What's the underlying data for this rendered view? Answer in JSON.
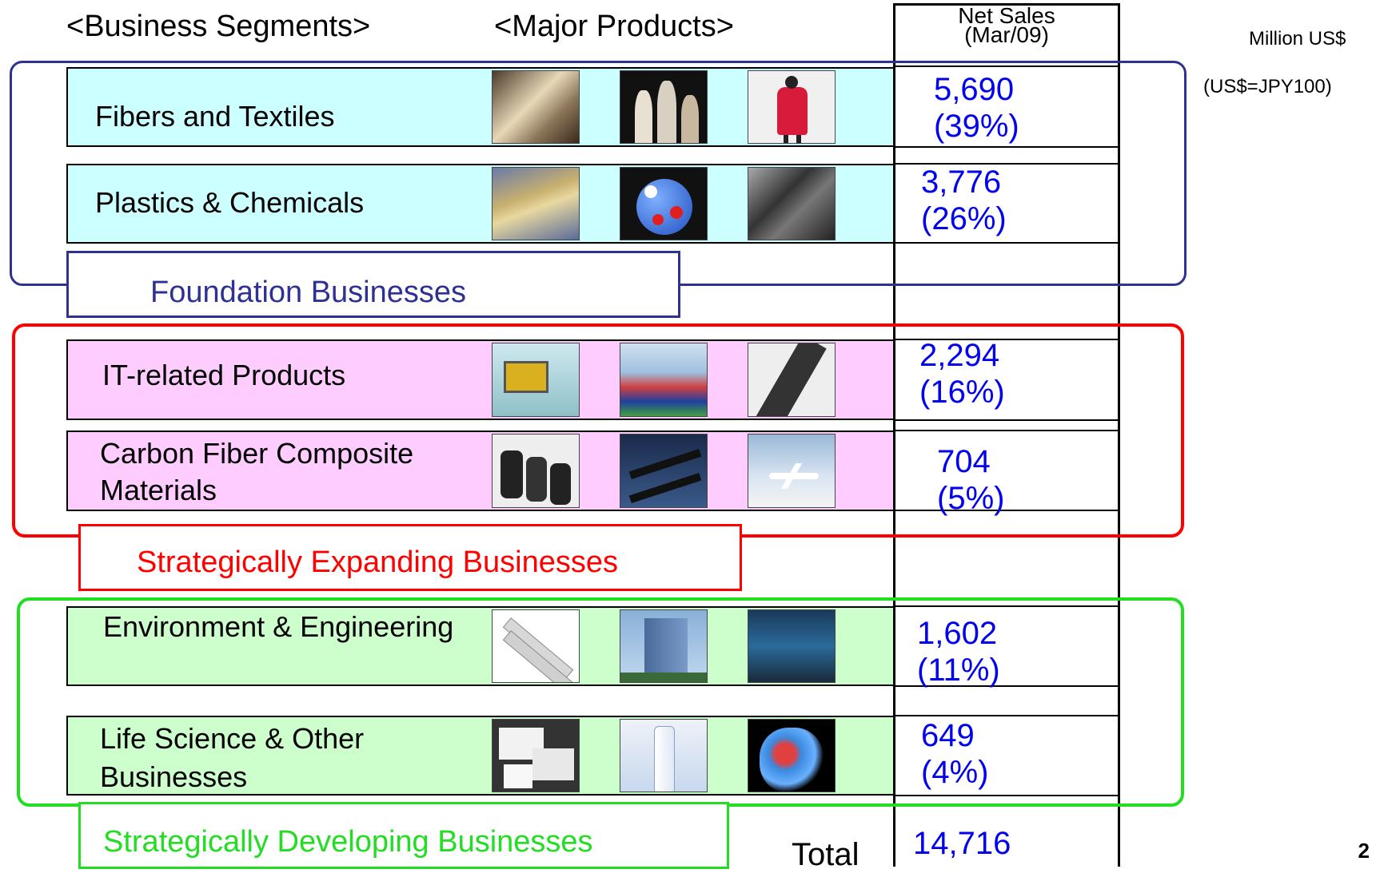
{
  "headers": {
    "segments": "<Business Segments>",
    "products": "<Major Products>",
    "net_sales_line1": "Net Sales",
    "net_sales_line2": "(Mar/09)",
    "unit": "Million US$",
    "rate": "(US$=JPY100)"
  },
  "groups": [
    {
      "label": "Foundation Businesses",
      "color": "#2e3192"
    },
    {
      "label": "Strategically Expanding Businesses",
      "color": "#ff0000"
    },
    {
      "label": "Strategically Developing Businesses",
      "color": "#22dd22"
    }
  ],
  "segments": [
    {
      "name": "Fibers and Textiles",
      "value": "5,690",
      "share": "(39%)",
      "bg": "#ccffff",
      "thumbs": [
        "fiber-spool-icon",
        "yarn-cones-icon",
        "fashion-model-icon"
      ]
    },
    {
      "name": "Plastics & Chemicals",
      "value": "3,776",
      "share": "(26%)",
      "bg": "#ccffff",
      "thumbs": [
        "plastic-film-roll-icon",
        "molecule-model-icon",
        "molded-parts-icon"
      ]
    },
    {
      "name": "IT-related Products",
      "value": "2,294",
      "share": "(16%)",
      "bg": "#ffccff",
      "thumbs": [
        "flat-panel-tv-icon",
        "color-filter-chip-icon",
        "film-strip-icon"
      ]
    },
    {
      "name_line1": "Carbon Fiber Composite",
      "name_line2": "Materials",
      "value": "704",
      "share": "(5%)",
      "bg": "#ffccff",
      "thumbs": [
        "carbon-fiber-bobbins-icon",
        "composite-shafts-icon",
        "airplane-icon"
      ]
    },
    {
      "name": "Environment & Engineering",
      "value": "1,602",
      "share": "(11%)",
      "bg": "#ccffcc",
      "thumbs": [
        "membrane-modules-icon",
        "office-building-icon",
        "water-treatment-plant-icon"
      ]
    },
    {
      "name_line1": "Life Science & Other",
      "name_line2": "Businesses",
      "value": "649",
      "share": "(4%)",
      "bg": "#ccffcc",
      "thumbs": [
        "pharma-boxes-icon",
        "dialyzer-icon",
        "protein-structure-icon"
      ]
    }
  ],
  "total": {
    "label": "Total",
    "value": "14,716"
  },
  "page_number": "2"
}
